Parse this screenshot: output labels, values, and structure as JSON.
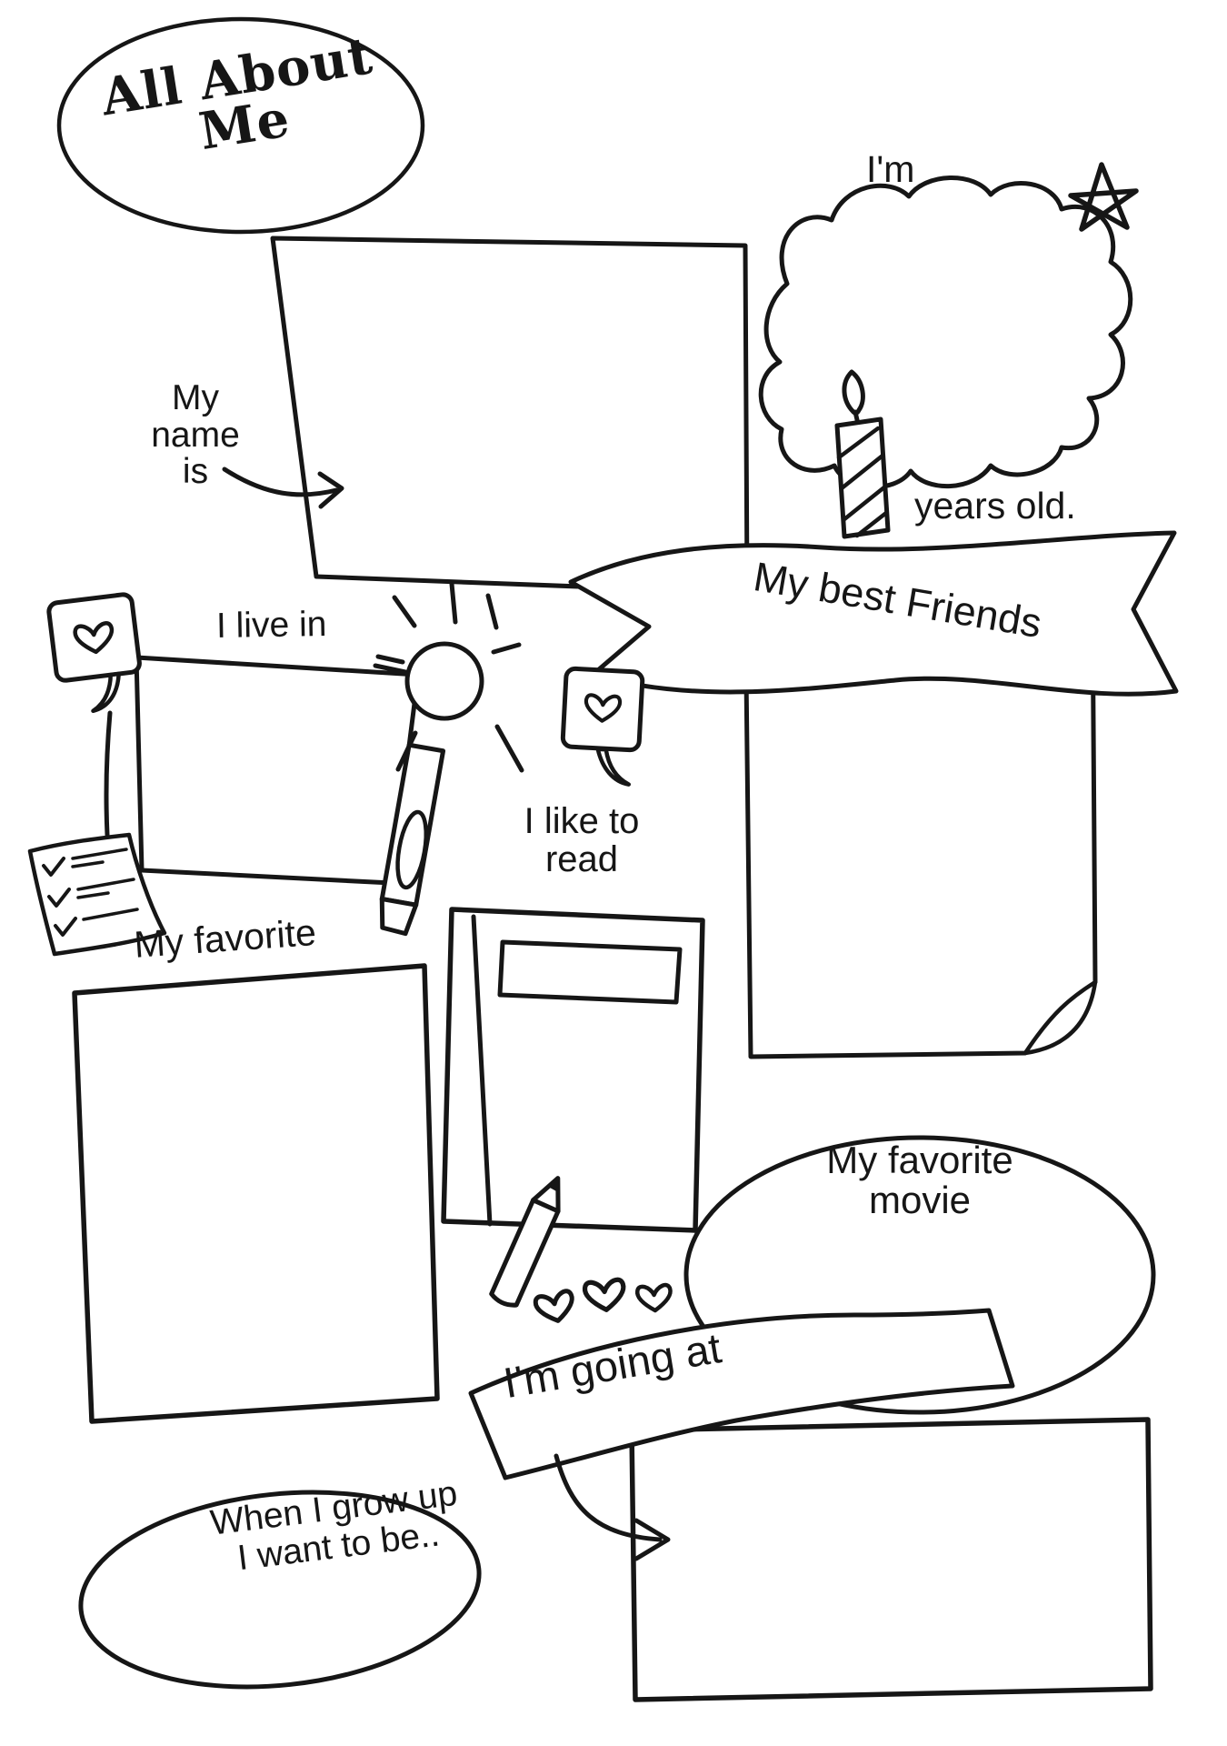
{
  "page": {
    "background": "#ffffff",
    "ink": "#161616"
  },
  "title": {
    "label": "All About\nMe"
  },
  "sections": {
    "name": {
      "label": "My\nname\nis"
    },
    "age": {
      "prefix": "I'm",
      "suffix": "years old."
    },
    "home": {
      "label": "I live in"
    },
    "favorite": {
      "label": "My favorite"
    },
    "reading": {
      "label": "I like to\nread"
    },
    "friends": {
      "label": "My best Friends"
    },
    "movie": {
      "label": "My favorite\nmovie"
    },
    "skill": {
      "label": "I'm going at"
    },
    "future": {
      "label": "When I grow up\nI want to be.."
    }
  },
  "icons": {
    "list": [
      "star-icon",
      "birthday-candle-icon",
      "cloud-frame",
      "heart-bubble-icon",
      "sun-icon",
      "marker-icon",
      "checklist-icon",
      "notebook-icon",
      "pencil-icon",
      "hearts-icon",
      "ribbon-banner",
      "curled-paper",
      "arrow-doodle"
    ]
  }
}
